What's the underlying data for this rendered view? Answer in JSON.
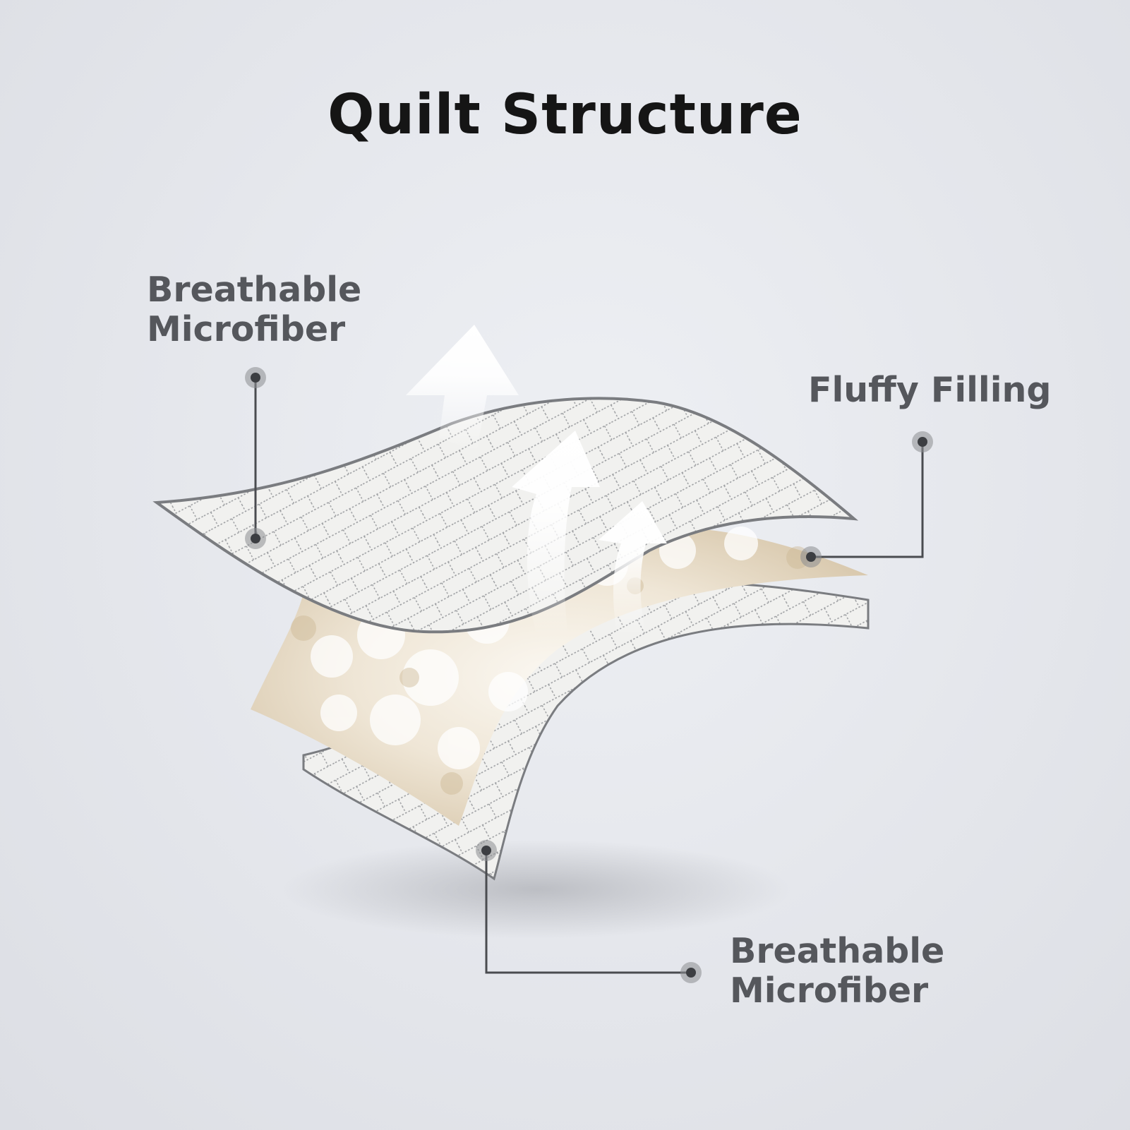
{
  "title": "Quilt Structure",
  "labels": {
    "top_layer": {
      "line1": "Breathable",
      "line2": "Microfiber"
    },
    "filling": {
      "text": "Fluffy Filling"
    },
    "bottom_layer": {
      "line1": "Breathable",
      "line2": "Microfiber"
    }
  },
  "colors": {
    "title": "#151515",
    "label": "#55575c",
    "callout_line": "#4a4c50",
    "fabric": "#f1f1ef",
    "fabric_edge": "#7a7c80",
    "filling": "#f4ede2",
    "arrow": "#ffffff"
  }
}
